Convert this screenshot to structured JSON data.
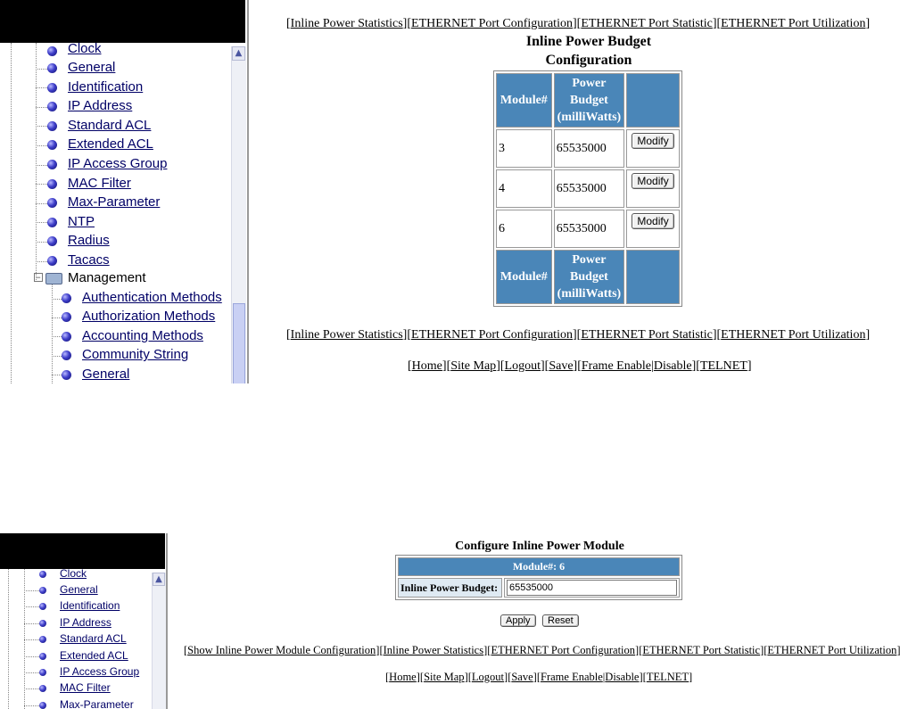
{
  "top": {
    "tree": {
      "cut_item": "Clock",
      "items": [
        "General",
        "Identification",
        "IP Address",
        "Standard ACL",
        "Extended ACL",
        "IP Access Group",
        "MAC Filter",
        "Max-Parameter",
        "NTP",
        "Radius",
        "Tacacs"
      ],
      "folder": "Management",
      "sub_items": [
        "Authentication Methods",
        "Authorization Methods",
        "Accounting Methods",
        "Community String",
        "General"
      ]
    },
    "nav_links": [
      "Inline Power Statistics",
      "ETHERNET Port Configuration",
      "ETHERNET Port Statistic",
      "ETHERNET Port Utilization"
    ],
    "title_line1": "Inline Power Budget",
    "title_line2": "Configuration",
    "table": {
      "col_module": "Module#",
      "col_budget_1": "Power",
      "col_budget_2": "Budget",
      "col_budget_3": "(milliWatts)",
      "rows": [
        {
          "module": "3",
          "budget": "65535000",
          "action": "Modify"
        },
        {
          "module": "4",
          "budget": "65535000",
          "action": "Modify"
        },
        {
          "module": "6",
          "budget": "65535000",
          "action": "Modify"
        }
      ]
    },
    "footer_links": [
      "Home",
      "Site Map",
      "Logout",
      "Save",
      "Frame Enable",
      "Disable",
      "TELNET"
    ]
  },
  "bottom": {
    "tree": {
      "cut_item": "Clock",
      "items": [
        "General",
        "Identification",
        "IP Address",
        "Standard ACL",
        "Extended ACL",
        "IP Access Group",
        "MAC Filter",
        "Max-Parameter"
      ]
    },
    "title": "Configure Inline Power Module",
    "module_header": "Module#: 6",
    "budget_label": "Inline Power Budget:",
    "budget_value": "65535000",
    "apply_label": "Apply",
    "reset_label": "Reset",
    "nav_links": [
      "Show Inline Power Module Configuration",
      "Inline Power Statistics",
      "ETHERNET Port Configuration",
      "ETHERNET Port Statistic",
      "ETHERNET Port Utilization"
    ],
    "footer_links": [
      "Home",
      "Site Map",
      "Logout",
      "Save",
      "Frame Enable",
      "Disable",
      "TELNET"
    ]
  }
}
